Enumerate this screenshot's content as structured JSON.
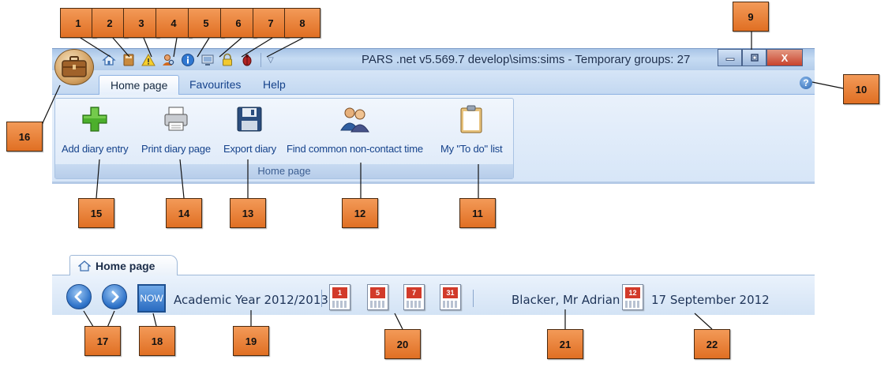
{
  "window": {
    "title": "PARS .net v5.569.7  develop\\sims:sims - Temporary groups: 27",
    "minimize_icon": "minimize-icon",
    "maximize_icon": "restore-icon",
    "close_label": "X"
  },
  "quick_access": [
    {
      "icon": "home-icon"
    },
    {
      "icon": "book-icon"
    },
    {
      "icon": "warning-icon"
    },
    {
      "icon": "person-search-icon"
    },
    {
      "icon": "info-icon"
    },
    {
      "icon": "monitor-icon"
    },
    {
      "icon": "lock-icon"
    },
    {
      "icon": "bug-icon"
    }
  ],
  "ribbon": {
    "tabs": [
      "Home page",
      "Favourites",
      "Help"
    ],
    "active_tab": "Home page",
    "help_label": "?",
    "group_label": "Home page",
    "buttons": [
      {
        "label": "Add diary entry",
        "icon": "plus-icon"
      },
      {
        "label": "Print diary page",
        "icon": "printer-icon"
      },
      {
        "label": "Export diary",
        "icon": "floppy-disk-icon"
      },
      {
        "label": "Find common non-contact time",
        "icon": "users-icon"
      },
      {
        "label": "My \"To do\" list",
        "icon": "clipboard-icon"
      }
    ]
  },
  "document_tab": {
    "label": "Home page",
    "icon": "home-icon"
  },
  "toolbar": {
    "now_label": "NOW",
    "academic_year": "Academic Year 2012/2013",
    "calendar_buttons": [
      "1",
      "5",
      "7",
      "31"
    ],
    "user": "Blacker, Mr Adrian",
    "date_icon_number": "12",
    "date": "17 September 2012"
  },
  "callouts": [
    "1",
    "2",
    "3",
    "4",
    "5",
    "6",
    "7",
    "8",
    "9",
    "10",
    "11",
    "12",
    "13",
    "14",
    "15",
    "16",
    "17",
    "18",
    "19",
    "20",
    "21",
    "22"
  ],
  "colors": {
    "callout_fill": "#e98a44",
    "title_bar": "#b9d1ee",
    "accent_text": "#15428b"
  }
}
